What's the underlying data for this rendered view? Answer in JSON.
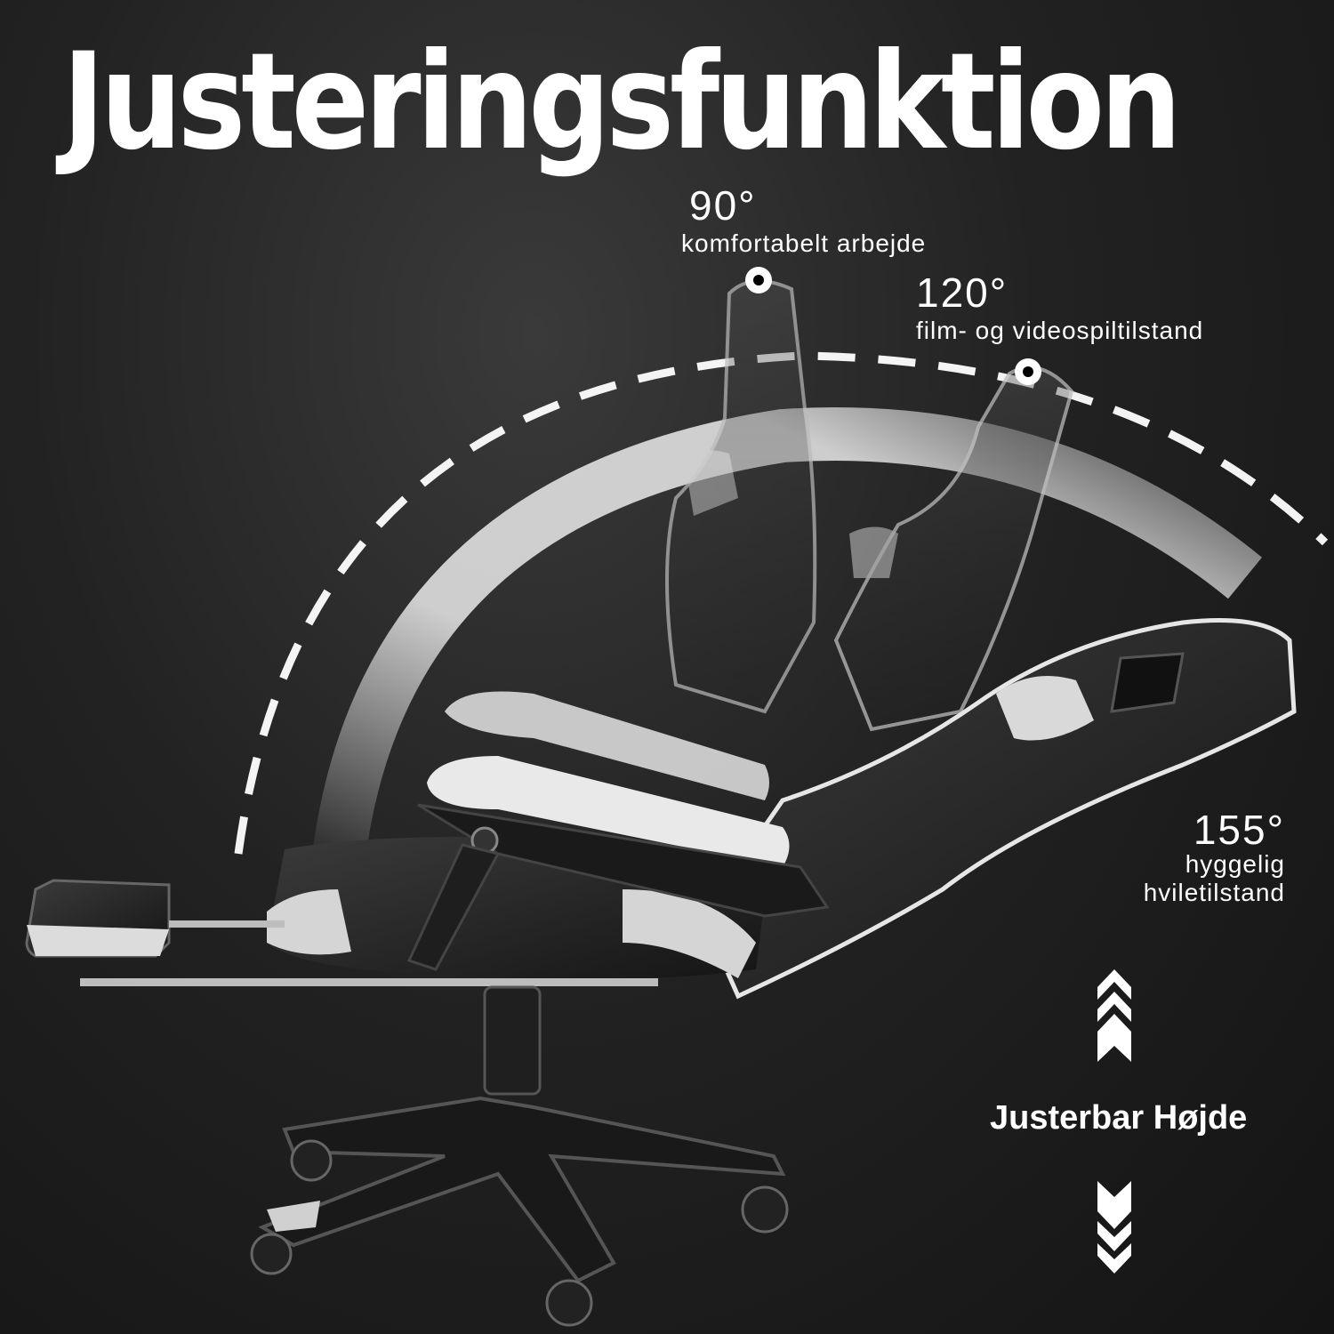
{
  "title": "Justeringsfunktion",
  "positions": [
    {
      "angle": "90°",
      "description": "komfortabelt arbejde"
    },
    {
      "angle": "120°",
      "description": "film- og videospiltilstand"
    },
    {
      "angle": "155°",
      "description": "hyggelig hviletilstand"
    }
  ],
  "height_label": "Justerbar Højde",
  "icons": [
    "up-chevrons-icon",
    "down-chevrons-icon",
    "position-marker-icon"
  ],
  "colors": {
    "background": "#1c1c1c",
    "text": "#ffffff",
    "chair_dark": "#2a2a2a",
    "chair_light": "#d8d8d8"
  }
}
